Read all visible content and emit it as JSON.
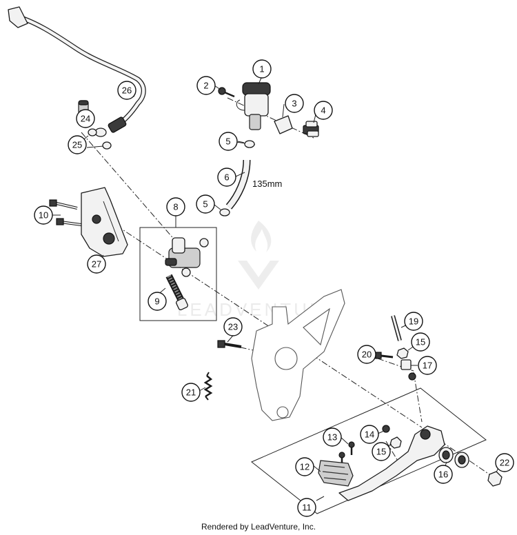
{
  "diagram": {
    "callouts": [
      "1",
      "2",
      "3",
      "4",
      "5",
      "5",
      "6",
      "8",
      "9",
      "10",
      "11",
      "12",
      "13",
      "14",
      "15",
      "15",
      "16",
      "17",
      "19",
      "20",
      "21",
      "22",
      "23",
      "24",
      "25",
      "26",
      "27"
    ],
    "dimension_label": "135mm",
    "footer": "Rendered by LeadVenture, Inc.",
    "watermark_text": "LEADVENTURE"
  }
}
